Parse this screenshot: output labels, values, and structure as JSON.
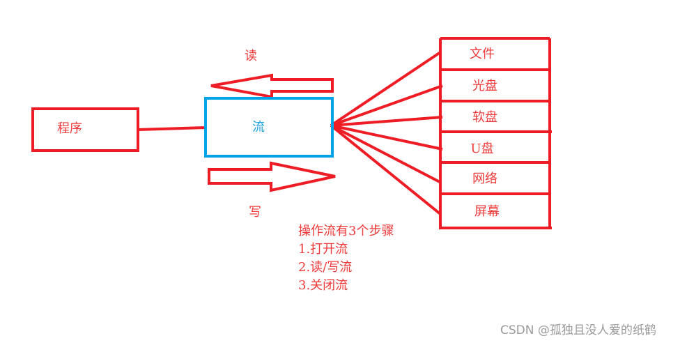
{
  "program_label": "程序",
  "stream_label": "流",
  "read_label": "读",
  "write_label": "写",
  "targets": [
    "文件",
    "光盘",
    "软盘",
    "U盘",
    "网络",
    "屏幕"
  ],
  "steps": {
    "title": "操作流有3个步骤",
    "items": [
      "1.打开流",
      "2.读/写流",
      "3.关闭流"
    ]
  },
  "watermark": "CSDN @孤独且没人爱的纸鹤",
  "colors": {
    "red": "#ee1c24",
    "blue": "#00a2e8",
    "watermark": "#9a9a9a"
  }
}
